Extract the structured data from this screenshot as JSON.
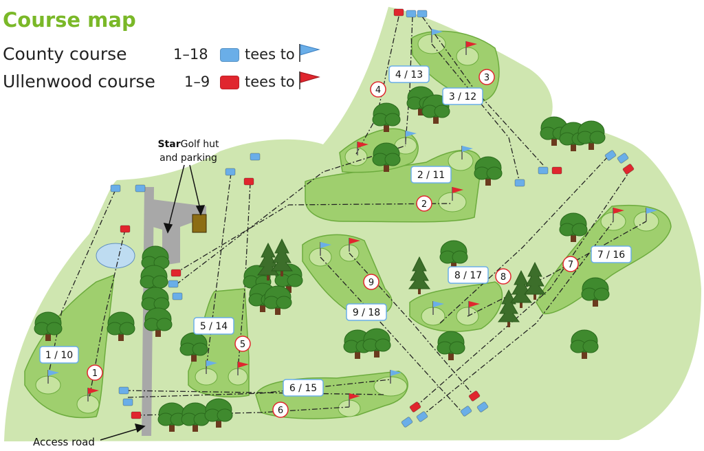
{
  "title": "Course map",
  "legend": [
    {
      "name": "County course",
      "range": "1–18",
      "text": "tees to",
      "tee_color": "#6aaee8",
      "flag_color": "#6aaee8"
    },
    {
      "name": "Ullenwood course",
      "range": "1–9",
      "text": "tees to",
      "tee_color": "#e0262e",
      "flag_color": "#e0262e"
    }
  ],
  "hut_label_bold": "Star",
  "hut_label_rest": "Golf hut",
  "hut_label_line2": "and parking",
  "road_label": "Access road",
  "colors": {
    "land": "#cfe6b0",
    "fairway": "#9fcf6e",
    "green": "#c6e39f",
    "outline": "#6cab3d",
    "tree": "#3f8a2e",
    "trunk": "#6b3a1e",
    "pine": "#3c6e2a",
    "road": "#a8a8a8",
    "pond": "#bedcf1",
    "hut": "#8c6d14",
    "county": "#6aaee8",
    "ullenwood": "#e0262e"
  },
  "county_holes": [
    "1 / 10",
    "2 / 11",
    "3 / 12",
    "4 / 13",
    "5 / 14",
    "6 / 15",
    "7 / 16",
    "8 / 17",
    "9 / 18"
  ],
  "ullenwood_holes": [
    "1",
    "2",
    "3",
    "4",
    "5",
    "6",
    "7",
    "8",
    "9"
  ]
}
